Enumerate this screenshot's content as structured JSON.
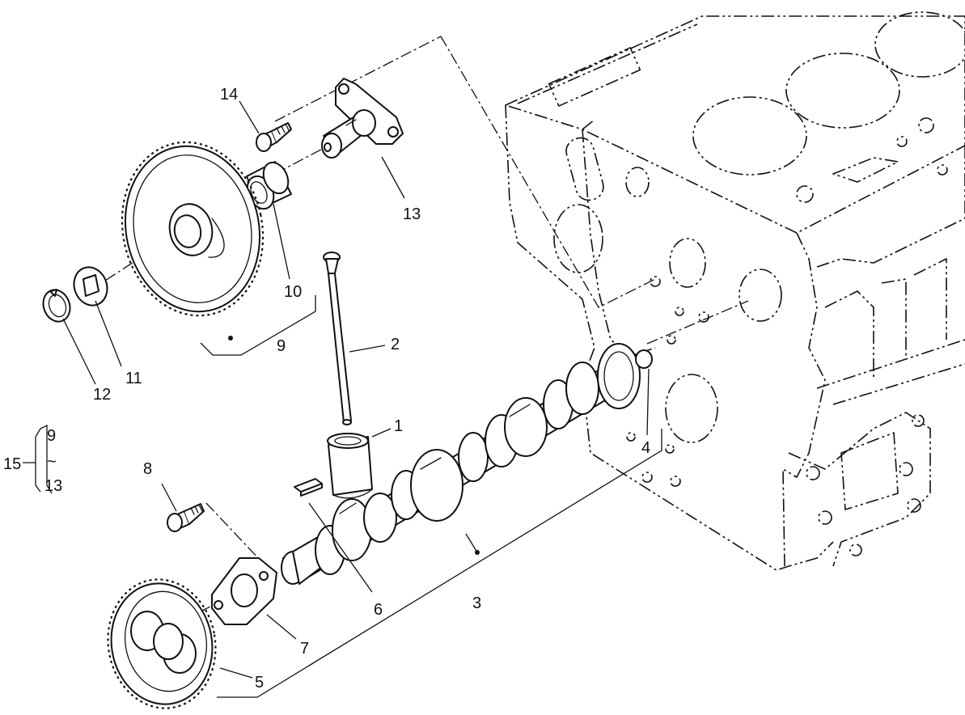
{
  "callouts": {
    "c1": "1",
    "c2": "2",
    "c3": "3",
    "c4": "4",
    "c5": "5",
    "c6": "6",
    "c7": "7",
    "c8": "8",
    "c9": "9",
    "c10": "10",
    "c11": "11",
    "c12": "12",
    "c13": "13",
    "c14": "14",
    "c15": "15"
  },
  "range_label": {
    "from": "9",
    "tilde": "~",
    "to": "13"
  },
  "colors": {
    "line": "#111111",
    "background": "#ffffff"
  }
}
